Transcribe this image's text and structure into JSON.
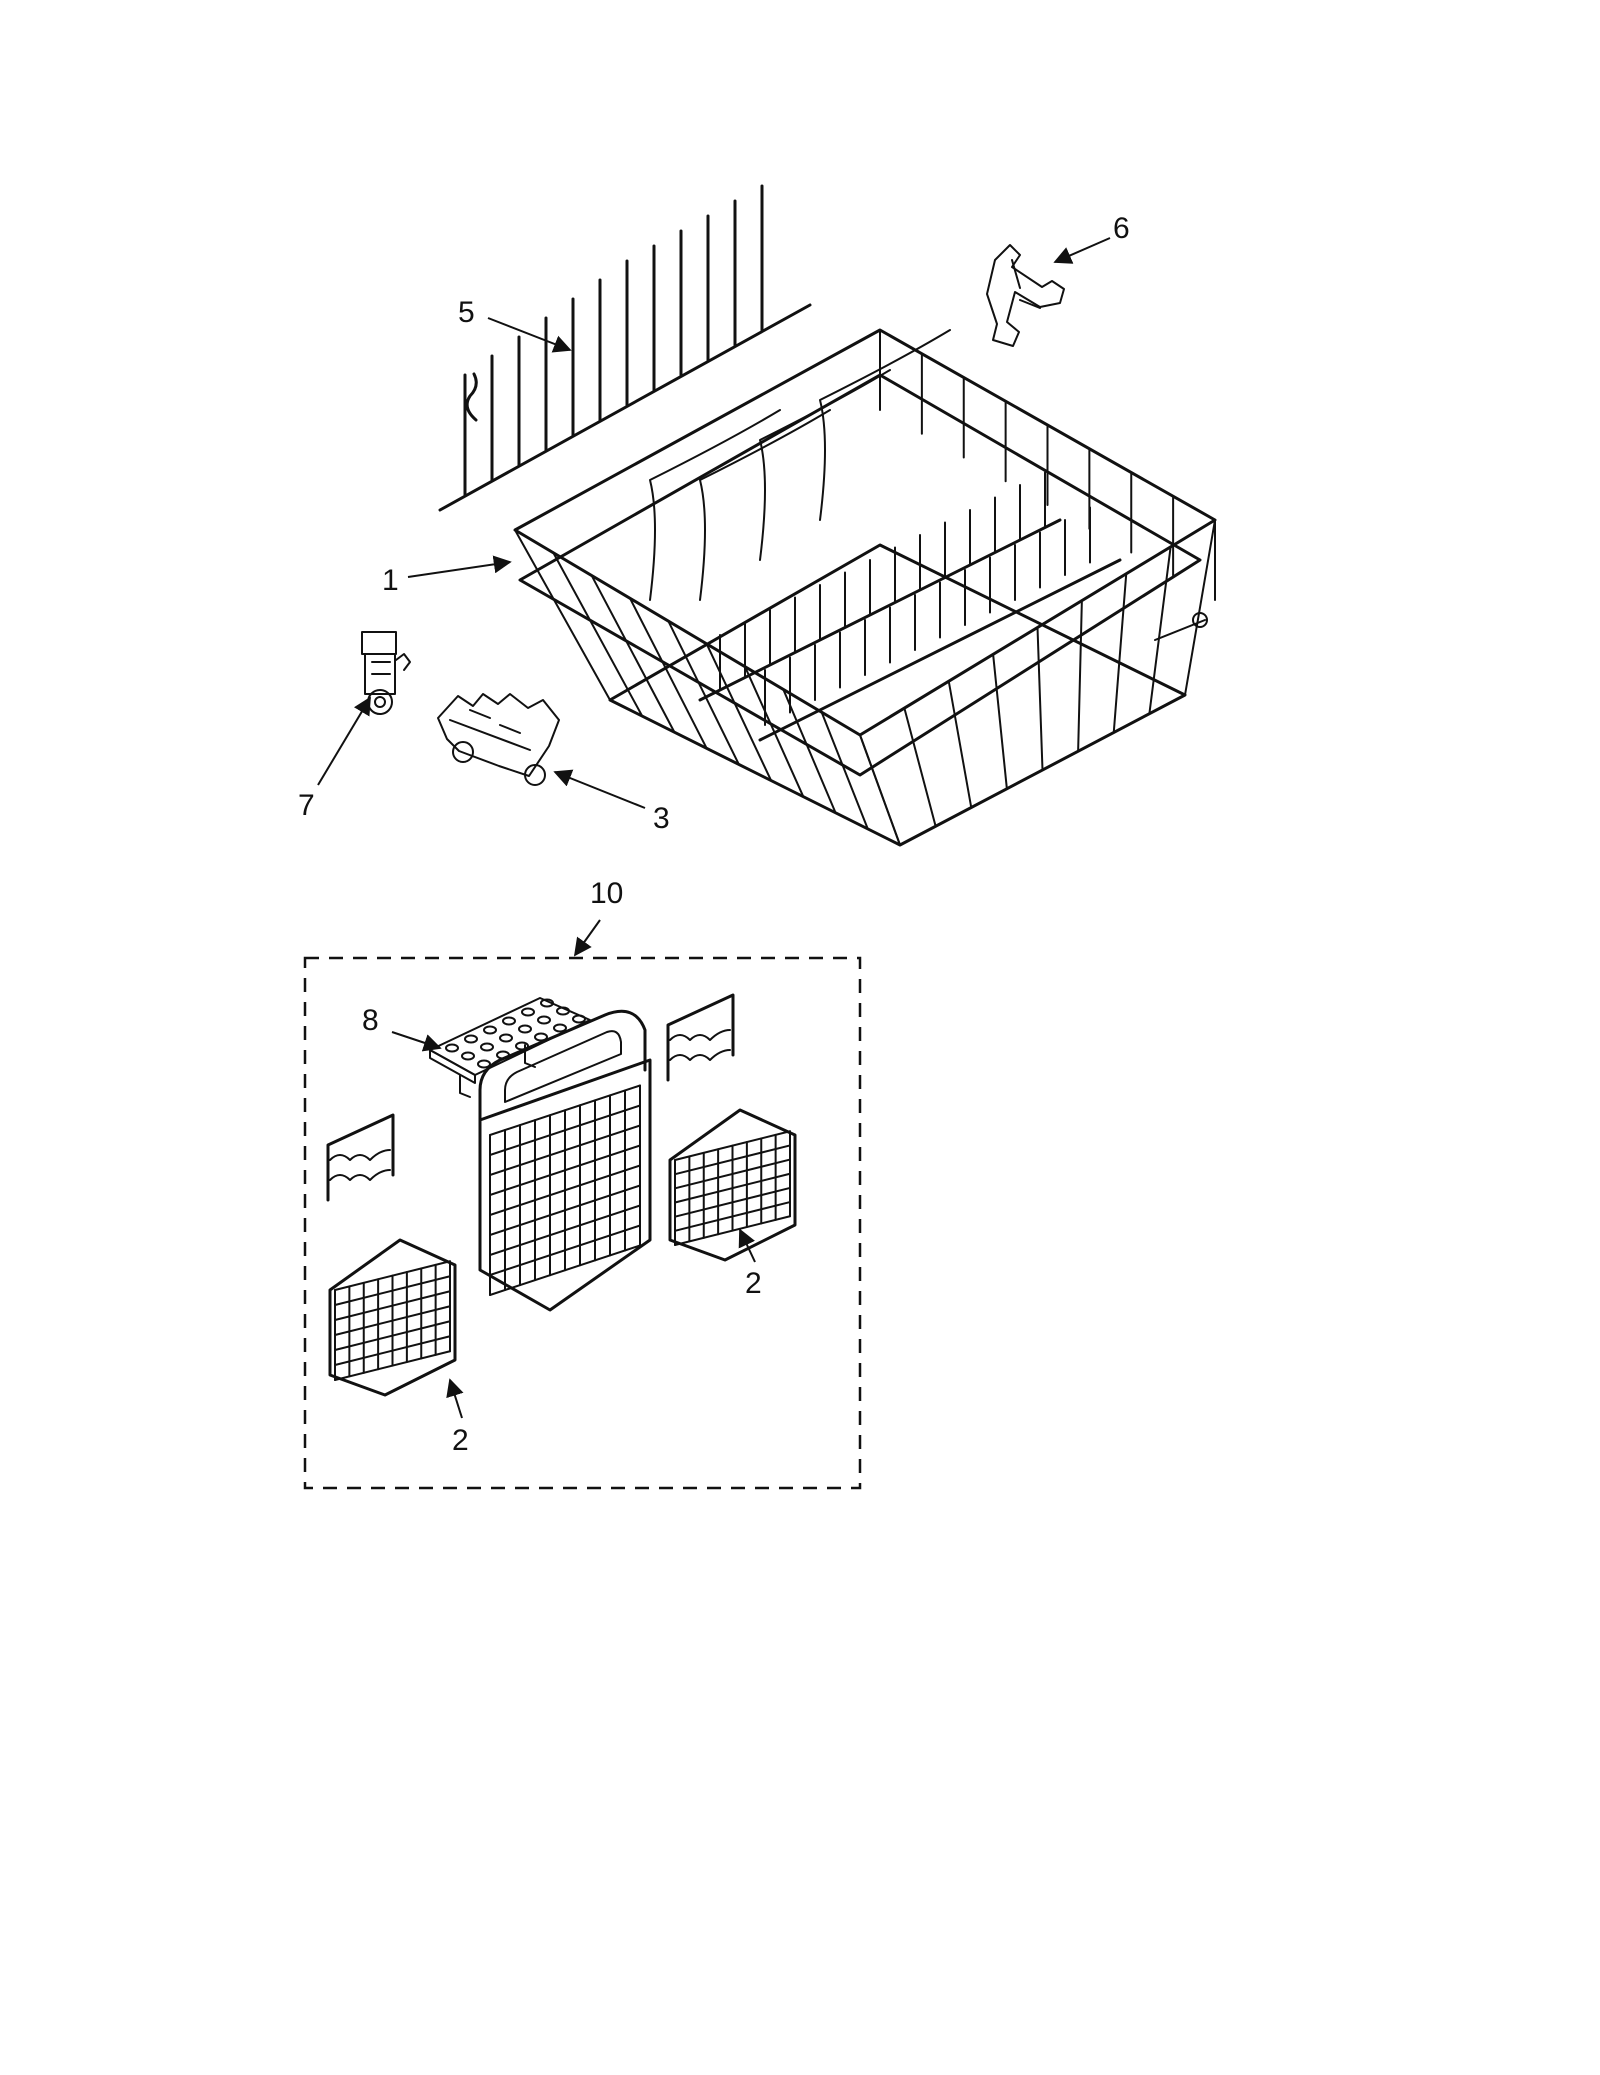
{
  "callouts": {
    "c1": "1",
    "c2a": "2",
    "c2b": "2",
    "c3": "3",
    "c5": "5",
    "c6": "6",
    "c7": "7",
    "c8": "8",
    "c10": "10"
  },
  "colors": {
    "ink": "#111111",
    "paper": "#ffffff"
  }
}
